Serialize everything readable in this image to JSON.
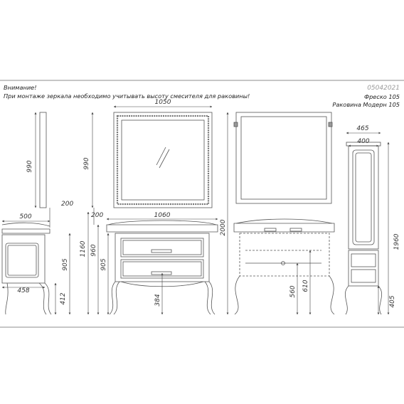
{
  "header": {
    "warning_title": "Внимание!",
    "warning_text": "При монтаже зеркала необходимо учитывать высоту смесителя для раковины!",
    "article_code": "05042021",
    "model_line1": "Фреско  105",
    "model_line2": "Раковина Модерн 105"
  },
  "dimensions": {
    "mirror_side_height": "990",
    "mirror_front_width": "1050",
    "mirror_front_height": "990",
    "mirror_side_gap": "200",
    "mirror_front_gap": "200",
    "cabinet_depth": "500",
    "cabinet_inner_depth": "458",
    "cabinet_side_height": "905",
    "cabinet_leg_height": "412",
    "cabinet_width": "1060",
    "total_height": "1160",
    "sink_height": "960",
    "cabinet_front_height": "905",
    "drawer_center": "384",
    "floor_to_mirror_top": "2000",
    "pipe_depth_a": "560",
    "pipe_depth_b": "610",
    "column_width": "465",
    "column_body_width": "400",
    "column_height": "1960",
    "column_leg_height": "405"
  }
}
